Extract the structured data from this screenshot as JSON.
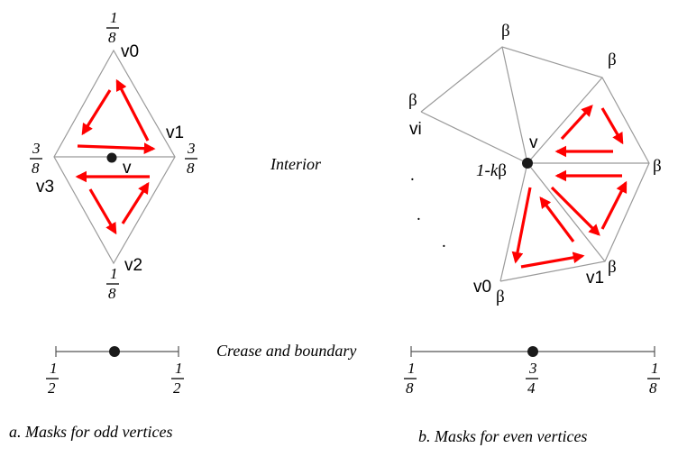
{
  "center_labels": {
    "interior": "Interior",
    "crease": "Crease and boundary"
  },
  "captions": {
    "odd": "a.  Masks for odd vertices",
    "even": "b.  Masks for even vertices"
  },
  "odd_interior": {
    "v0": "v0",
    "v1": "v1",
    "v2": "v2",
    "v3": "v3",
    "v": "v",
    "w_top": {
      "num": "1",
      "den": "8"
    },
    "w_right": {
      "num": "3",
      "den": "8"
    },
    "w_bottom": {
      "num": "1",
      "den": "8"
    },
    "w_left": {
      "num": "3",
      "den": "8"
    }
  },
  "even_interior": {
    "beta": "β",
    "vi": "vi",
    "v": "v",
    "v0": "v0",
    "v1": "v1",
    "center_weight_prefix": "1-",
    "center_weight_k": "k",
    "center_weight_suffix": "β",
    "dots": "."
  },
  "odd_crease": {
    "left": {
      "num": "1",
      "den": "2"
    },
    "right": {
      "num": "1",
      "den": "2"
    }
  },
  "even_crease": {
    "left": {
      "num": "1",
      "den": "8"
    },
    "mid": {
      "num": "3",
      "den": "4"
    },
    "right": {
      "num": "1",
      "den": "8"
    }
  },
  "colors": {
    "arrow": "#ff0000",
    "edge": "#9a9a9a",
    "vertex": "#1a1a1a"
  }
}
